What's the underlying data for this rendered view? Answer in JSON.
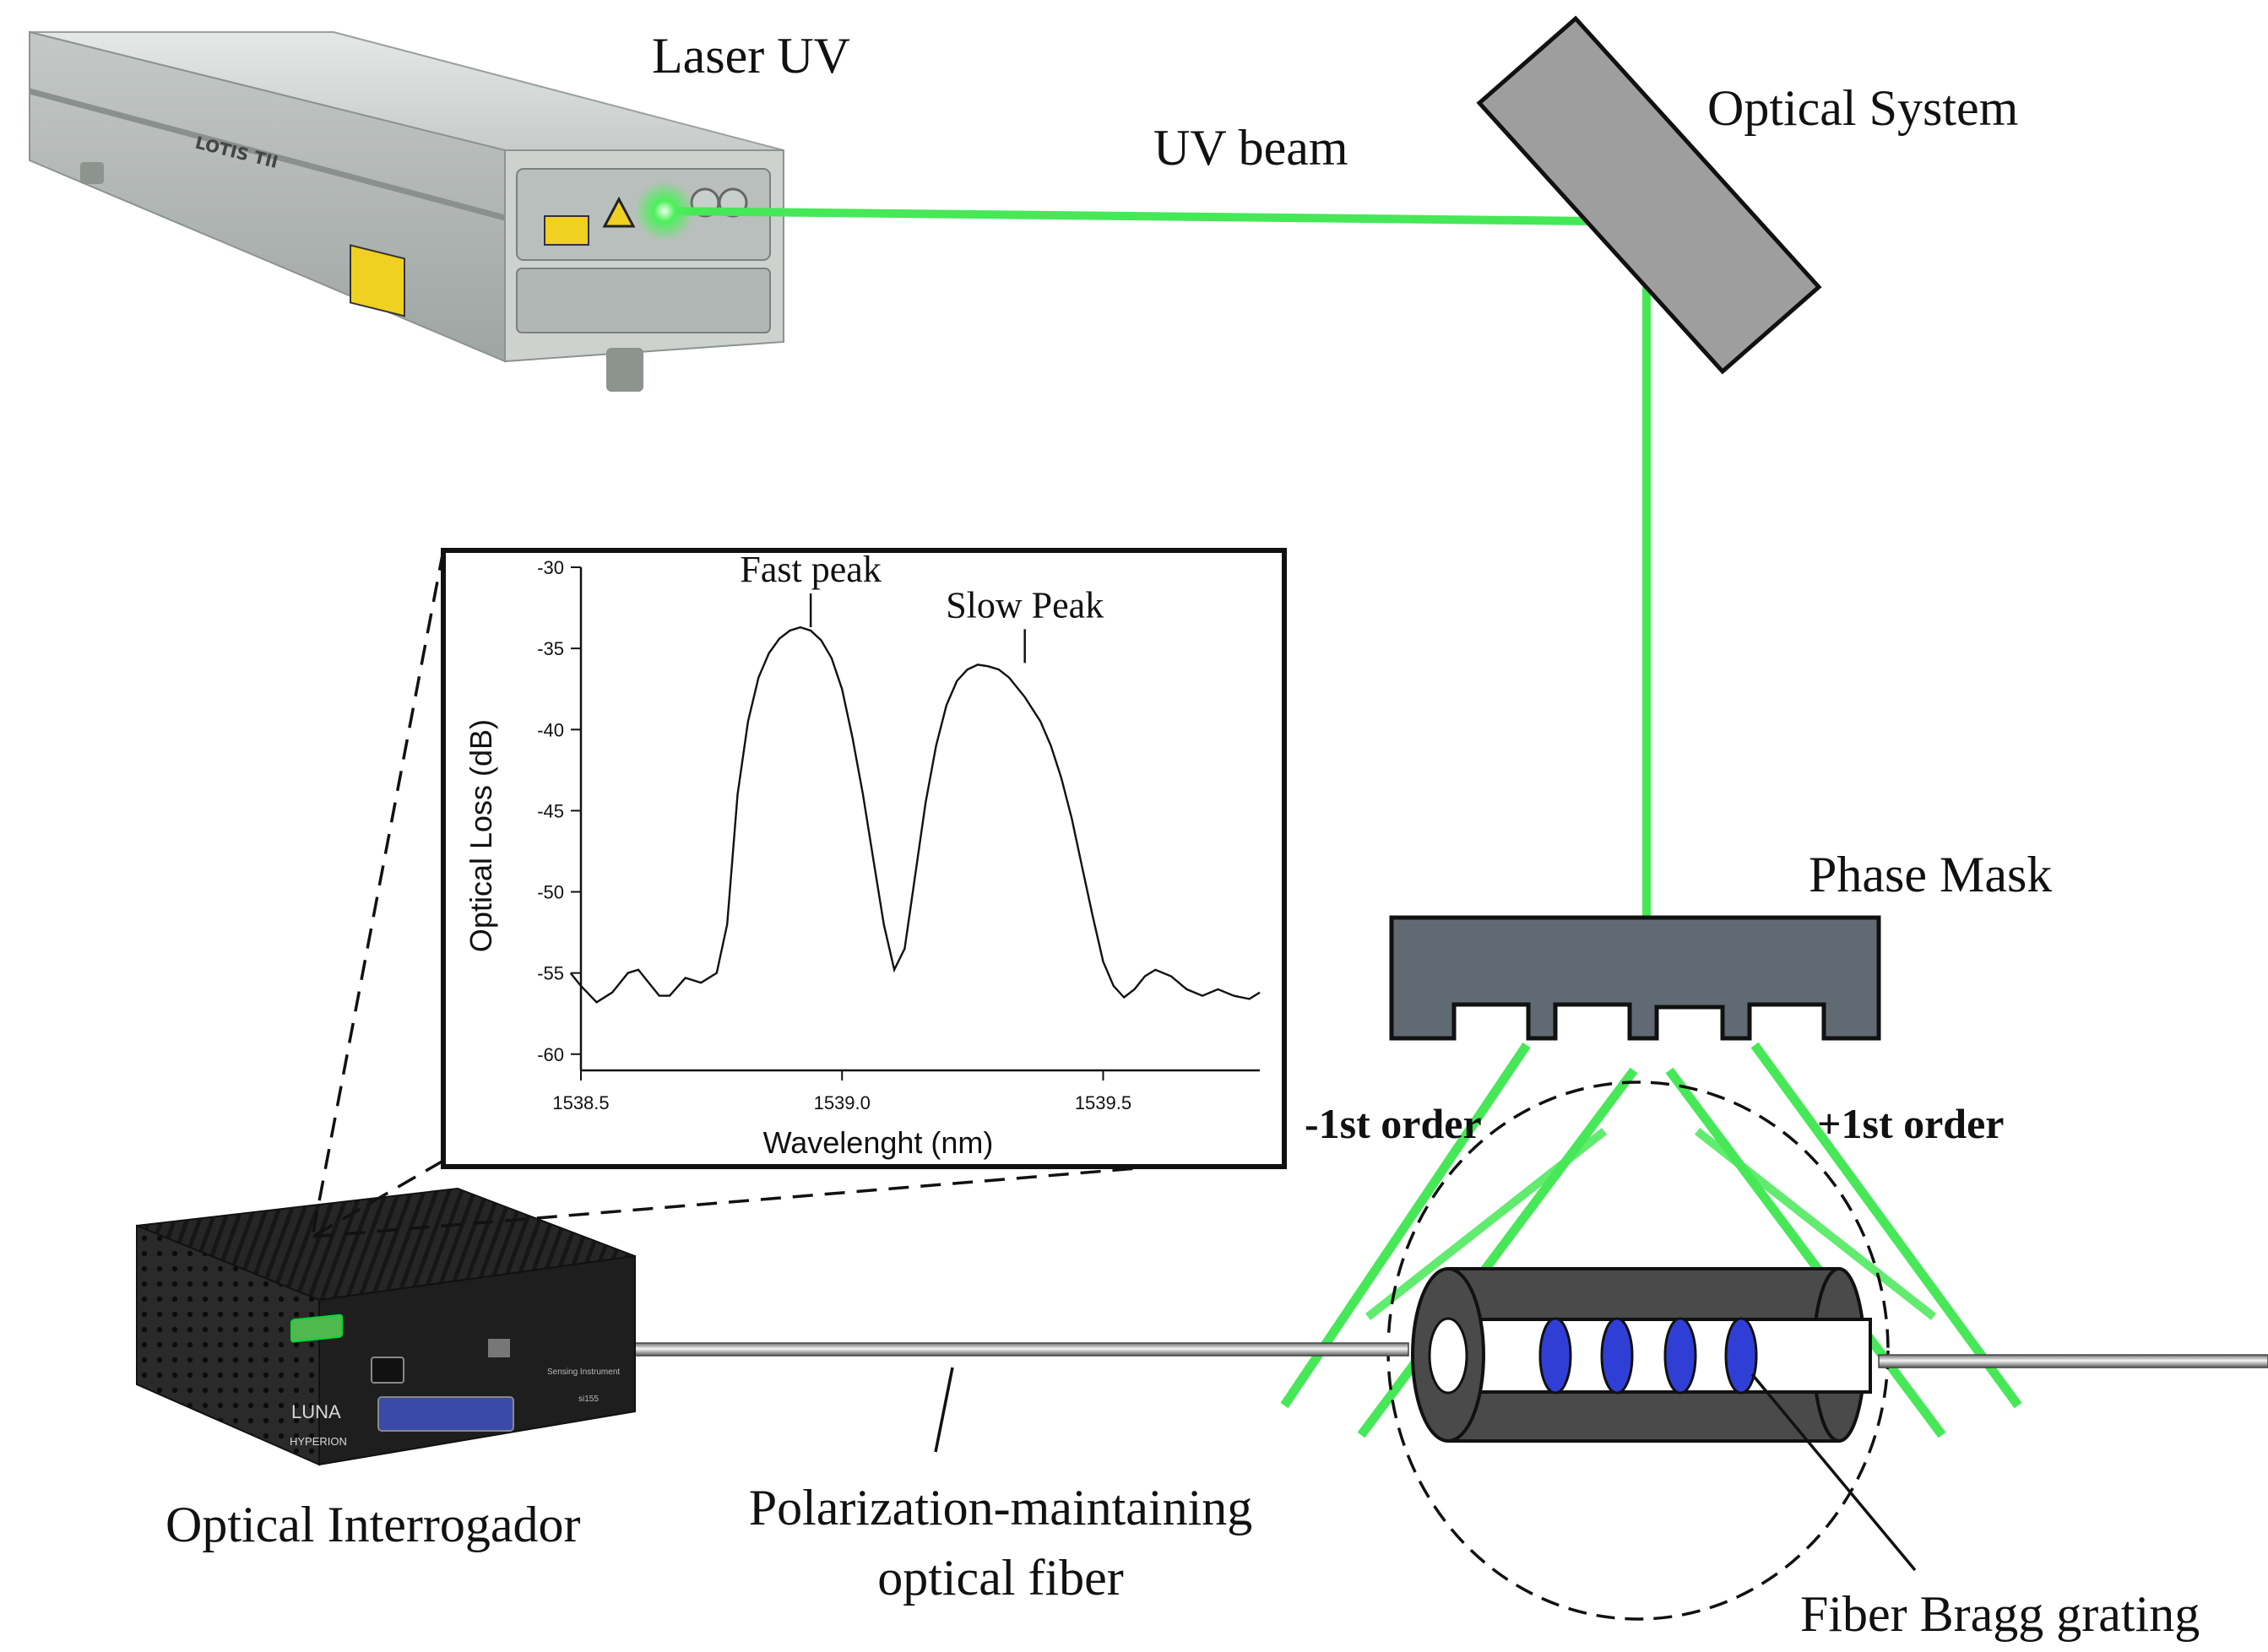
{
  "labels": {
    "laser": "Laser UV",
    "beam": "UV beam",
    "optical_system": "Optical System",
    "phase_mask": "Phase Mask",
    "minus_order": "-1st order",
    "plus_order": "+1st order",
    "interrogator": "Optical Interrogador",
    "pm_fiber": "Polarization-maintaining optical fiber",
    "fbg": "Fiber Bragg grating",
    "laser_brand": "LOTIS TII",
    "device_brand": "LUNA",
    "device_series": "HYPERION",
    "device_caption": "Sensing Instrument",
    "device_model": "si155"
  },
  "colors": {
    "beam": "#3ee84c",
    "mask": "#616a73",
    "optical_system": "#9e9e9e",
    "grating": "#2f3fd6",
    "fiber_tube": "#4a4a4a",
    "laser_body": "#c9cfcc",
    "device_body": "#1e1e1e"
  },
  "chart_data": {
    "type": "line",
    "xlabel": "Wavelenght (nm)",
    "ylabel": "Optical Loss (dB)",
    "xlim": [
      1538.5,
      1539.8
    ],
    "ylim": [
      -61,
      -30
    ],
    "x_ticks": [
      "1538.5",
      "1539.0",
      "1539.5"
    ],
    "x_tick_values": [
      1538.5,
      1539.0,
      1539.5
    ],
    "y_ticks": [
      "-30",
      "-35",
      "-40",
      "-45",
      "-50",
      "-55",
      "-60"
    ],
    "y_tick_values": [
      -30,
      -35,
      -40,
      -45,
      -50,
      -55,
      -60
    ],
    "annotations": [
      {
        "text": "Fast peak",
        "x": 1538.94,
        "y": -33.8
      },
      {
        "text": "Slow Peak",
        "x": 1539.35,
        "y": -36.0
      }
    ],
    "series": [
      {
        "x": [
          1538.48,
          1538.5,
          1538.53,
          1538.56,
          1538.59,
          1538.61,
          1538.63,
          1538.65,
          1538.67,
          1538.7,
          1538.73,
          1538.76,
          1538.78,
          1538.8,
          1538.82,
          1538.84,
          1538.86,
          1538.88,
          1538.9,
          1538.92,
          1538.94,
          1538.96,
          1538.98,
          1539.0,
          1539.02,
          1539.04,
          1539.06,
          1539.08,
          1539.1,
          1539.12,
          1539.14,
          1539.16,
          1539.18,
          1539.2,
          1539.22,
          1539.24,
          1539.26,
          1539.28,
          1539.3,
          1539.32,
          1539.35,
          1539.38,
          1539.4,
          1539.42,
          1539.44,
          1539.46,
          1539.48,
          1539.5,
          1539.52,
          1539.54,
          1539.56,
          1539.58,
          1539.6,
          1539.63,
          1539.66,
          1539.69,
          1539.72,
          1539.75,
          1539.78,
          1539.8
        ],
        "y": [
          -55.0,
          -55.8,
          -56.8,
          -56.2,
          -55.0,
          -54.8,
          -55.6,
          -56.4,
          -56.4,
          -55.3,
          -55.6,
          -55.0,
          -52.0,
          -44.0,
          -39.5,
          -36.8,
          -35.3,
          -34.4,
          -33.9,
          -33.7,
          -33.9,
          -34.5,
          -35.6,
          -37.5,
          -40.5,
          -44.0,
          -48.0,
          -52.0,
          -54.8,
          -53.5,
          -49.0,
          -44.5,
          -41.0,
          -38.5,
          -37.0,
          -36.3,
          -36.0,
          -36.1,
          -36.3,
          -36.8,
          -38.0,
          -39.5,
          -41.0,
          -43.0,
          -45.5,
          -48.5,
          -51.5,
          -54.3,
          -55.8,
          -56.5,
          -56.0,
          -55.2,
          -54.8,
          -55.2,
          -56.0,
          -56.4,
          -56.0,
          -56.4,
          -56.6,
          -56.2
        ]
      }
    ]
  }
}
